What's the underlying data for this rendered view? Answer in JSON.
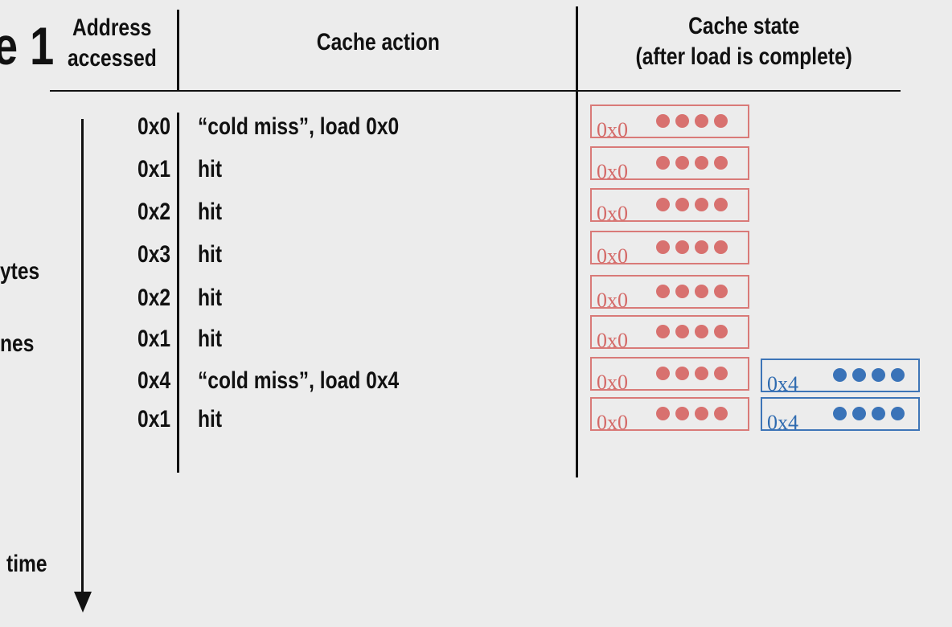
{
  "header": {
    "slide_fragment": "e 1",
    "col_address_line1": "Address",
    "col_address_line2": "accessed",
    "col_action": "Cache action",
    "col_state_line1": "Cache state",
    "col_state_line2": "(after load is complete)"
  },
  "left_fragments": [
    "ytes",
    "nes"
  ],
  "time_label": "time",
  "rows": [
    {
      "address": "0x0",
      "action": "“cold miss”, load 0x0",
      "lines": [
        "0x0"
      ]
    },
    {
      "address": "0x1",
      "action": "hit",
      "lines": [
        "0x0"
      ]
    },
    {
      "address": "0x2",
      "action": "hit",
      "lines": [
        "0x0"
      ]
    },
    {
      "address": "0x3",
      "action": "hit",
      "lines": [
        "0x0"
      ]
    },
    {
      "address": "0x2",
      "action": "hit",
      "lines": [
        "0x0"
      ]
    },
    {
      "address": "0x1",
      "action": "hit",
      "lines": [
        "0x0"
      ]
    },
    {
      "address": "0x4",
      "action": "“cold miss”, load 0x4",
      "lines": [
        "0x0",
        "0x4"
      ]
    },
    {
      "address": "0x1",
      "action": "hit",
      "lines": [
        "0x0",
        "0x4"
      ]
    }
  ],
  "colors": {
    "line_0x0": "#d97a78",
    "line_0x4": "#3d75b7",
    "background": "#ececec"
  }
}
